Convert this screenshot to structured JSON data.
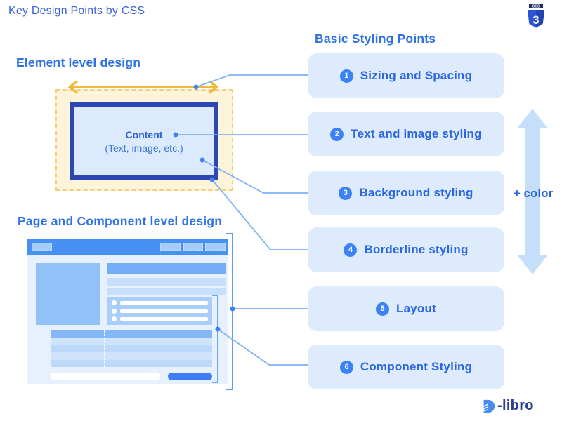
{
  "page": {
    "title": "Key Design Points by CSS",
    "brand": "-libro"
  },
  "css_badge": {
    "label": "CSS",
    "number": "3"
  },
  "element_section": {
    "heading": "Element level design",
    "content_title": "Content",
    "content_subtitle": "(Text, image, etc.)"
  },
  "page_section": {
    "heading": "Page and Component level design"
  },
  "styling": {
    "heading": "Basic Styling Points",
    "color_note": "+ color",
    "items": [
      {
        "num": "1",
        "label": "Sizing and Spacing"
      },
      {
        "num": "2",
        "label": "Text and image styling"
      },
      {
        "num": "3",
        "label": "Background styling"
      },
      {
        "num": "4",
        "label": "Borderline styling"
      },
      {
        "num": "5",
        "label": "Layout"
      },
      {
        "num": "6",
        "label": "Component Styling"
      }
    ]
  },
  "colors": {
    "accent_blue": "#3b82f6",
    "heading_blue": "#2e72e5",
    "card_bg": "#ddebfc",
    "connector": "#7fb3f2",
    "gold": "#f2b93f",
    "cream": "#fdf4da",
    "border_navy": "#2c46b2",
    "light_arrow": "#c5dffb",
    "mockup_header": "#4790f4"
  }
}
